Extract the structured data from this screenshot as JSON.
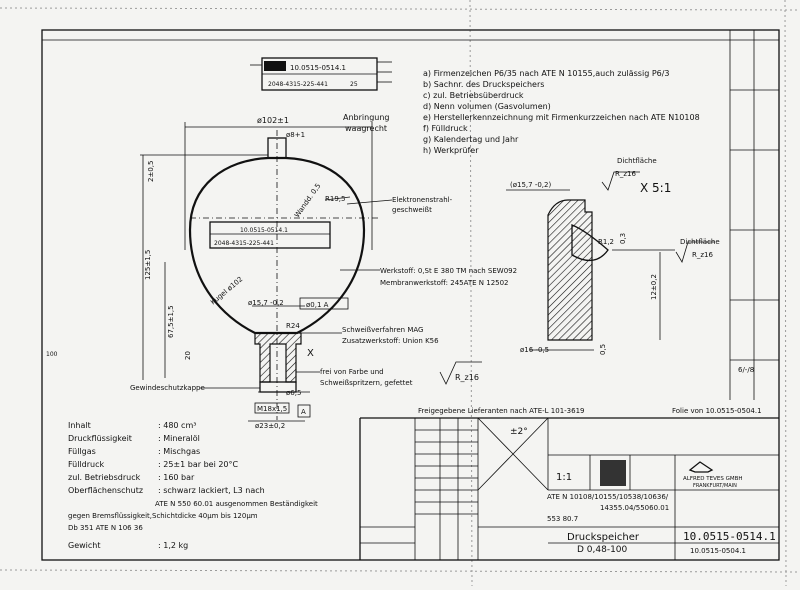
{
  "labels": {
    "a": "a) Firmenzeichen P6/35 nach ATE N 10155,auch zulässig P6/3",
    "b": "b) Sachnr. des Druckspeichers",
    "c": "c) zul. Betriebsüberdruck",
    "d": "d) Nenn volumen (Gasvolumen)",
    "e": "e) Herstellerkennzeichnung mit Firmenkurzzeichen nach ATE N10108",
    "f": "f) Fülldruck",
    "g": "g) Kalendertag und Jahr",
    "h": "h) Werkprüfer",
    "anbringung": "Anbringung",
    "waagerecht": "waagrecht"
  },
  "nameplate": {
    "line1": "10.0515-0514.1",
    "line2": "2048-4315-225-441",
    "line3": "25"
  },
  "dims": {
    "d102": "ø102±1",
    "d8": "ø8+1",
    "r2": "2±0,5",
    "r195": "R19,5",
    "height": "125±1,5",
    "h675": "67,5±1,5",
    "d20": "20",
    "kugel": "Kugel ø102",
    "wall": "Wandd. 0,5",
    "d157": "ø15,7 -0,2",
    "tol": "ø0,1 A",
    "r24": "R24",
    "x": "X",
    "d65": "ø6,5",
    "thread": "M18x1,5",
    "d23": "ø23±0,2",
    "datum": "A",
    "dk157": "(ø15,7 -0,2)",
    "xs1": "X 5:1",
    "r16a": "R_z16",
    "r12": "R1,2",
    "r03": "0,3",
    "h12": "12±0,2",
    "d16": "ø16 -0,5",
    "d05": "0,5",
    "r16b": "R_z16",
    "roughness": "R_z16"
  },
  "annotations": {
    "dichtflaeche1": "Dichtfläche",
    "dichtflaeche2": "Dichtfläche",
    "elektronen1": "Elektronenstrahl-",
    "elektronen2": "geschweißt",
    "werkstoff": "Werkstoff: 0,St E 380 TM nach SEW092",
    "membran": "Membranwerkstoff: 245ATE N 12502",
    "schweiss1": "Schweißverfahren MAG",
    "schweiss2": "Zusatzwerkstoff: Union K56",
    "frei1": "frei von Farbe und",
    "frei2": "Schweißspritzern, gefettet",
    "gewinde": "Gewindeschutzkappe"
  },
  "specs": [
    {
      "key": "Inhalt",
      "value": ": 480 cm³"
    },
    {
      "key": "Druckflüssigkeit",
      "value": ": Mineralöl"
    },
    {
      "key": "Füllgas",
      "value": ": Mischgas"
    },
    {
      "key": "Fülldruck",
      "value": ": 25±1 bar bei 20°C"
    },
    {
      "key": "zul. Betriebsdruck",
      "value": ": 160 bar"
    },
    {
      "key": "Oberflächenschutz",
      "value": ": schwarz lackiert, L3 nach"
    }
  ],
  "specs_extra": [
    "ATE N 550 60.01 ausgenommen Beständigkeit",
    "gegen Bremsflüssigkeit,Schichtdicke 40µm bis 120µm",
    "Db 351 ATE N 106 36"
  ],
  "weight": {
    "key": "Gewicht",
    "value": ": 1,2 kg"
  },
  "title_block": {
    "freigabe": "Freigegebene Lieferanten nach ATE-L 101-3619",
    "folie": "Folie von 10.0515-0504.1",
    "scale": "1:1",
    "tol": "±2°",
    "norms": "ATE N 10108/10155/10538/10636/",
    "norms2": "14355.04/55060.01",
    "norms3": "553 80.7",
    "name": "Druckspeicher",
    "model": "D 0,48-100",
    "company": "ALFRED TEVES GMBH",
    "city": "FRANKFURT/MAIN",
    "number": "10.0515-0514.1",
    "number2": "10.0515-0504.1",
    "margin": "100",
    "ratio": "6/-/8"
  },
  "colors": {
    "ink": "#111111",
    "paper": "#f4f4f2"
  }
}
